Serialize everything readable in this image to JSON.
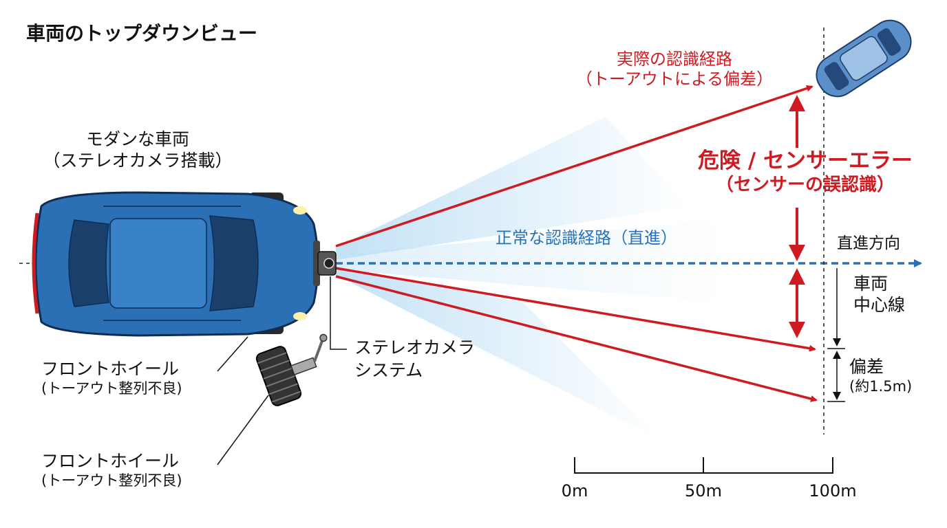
{
  "title": "車両のトップダウンビュー",
  "vehicle": {
    "line1": "モダンな車両",
    "line2": "（ステレオカメラ搭載）"
  },
  "camera_system": {
    "line1": "ステレオカメラ",
    "line2": "システム"
  },
  "wheel_labels": [
    {
      "line1": "フロントホイール",
      "line2": "(トーアウト整列不良)"
    },
    {
      "line1": "フロントホイール",
      "line2": "(トーアウト整列不良)"
    }
  ],
  "actual_path": {
    "line1": "実際の認識経路",
    "line2": "（トーアウトによる偏差）"
  },
  "danger": {
    "line1": "危険 / センサーエラー",
    "line2": "（センサーの誤認識）"
  },
  "normal_path": "正常な認識経路（直進）",
  "heading": "直進方向",
  "centerline": {
    "line1": "車両",
    "line2": "中心線"
  },
  "deviation": {
    "line1": "偏差",
    "line2": "(約1.5m)"
  },
  "scale": {
    "ticks": [
      "0m",
      "50m",
      "100m"
    ]
  },
  "colors": {
    "car_blue": "#2b6fb5",
    "error_red": "#d01a22",
    "normal_blue": "#2a72b8",
    "fov_blue": "#bfe0f5",
    "distant_car": "#5b8fc9"
  },
  "icons": [
    "camera-icon",
    "wheel-icon",
    "arrow-icon"
  ]
}
